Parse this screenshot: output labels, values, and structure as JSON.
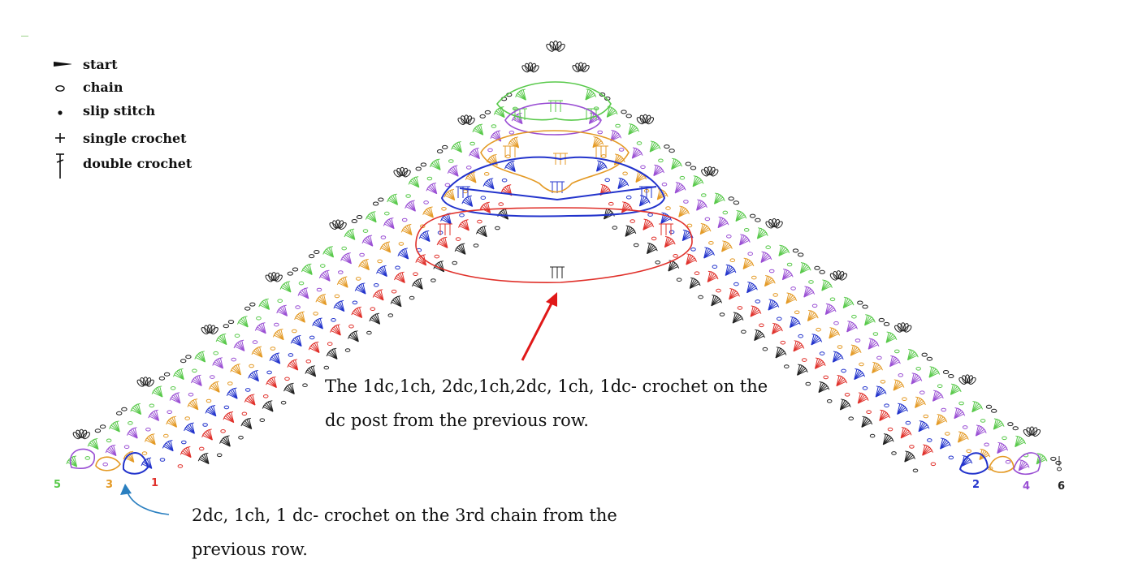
{
  "legend": {
    "items": [
      {
        "symbol": "start-arrow-icon",
        "label": "start"
      },
      {
        "symbol": "chain-oval-icon",
        "label": "chain"
      },
      {
        "symbol": "slip-stitch-dot-icon",
        "label": "slip stitch"
      },
      {
        "symbol": "plus-icon",
        "label": "single crochet"
      },
      {
        "symbol": "double-crochet-icon",
        "label": "double crochet"
      }
    ]
  },
  "row_numbers": [
    {
      "label": "5",
      "color": "#58c94a"
    },
    {
      "label": "3",
      "color": "#e49a25"
    },
    {
      "label": "1",
      "color": "#e0302a"
    },
    {
      "label": "2",
      "color": "#2233cc"
    },
    {
      "label": "4",
      "color": "#9a4fd4"
    },
    {
      "label": "6",
      "color": "#222222"
    }
  ],
  "row_colors": [
    "#e0302a",
    "#2233cc",
    "#e49a25",
    "#9a4fd4",
    "#58c94a",
    "#222222"
  ],
  "annotations": {
    "center": {
      "line1": "The 1dc,1ch, 2dc,1ch,2dc, 1ch, 1dc- crochet on the",
      "line2": "dc post from the previous row.",
      "arrow_color": "#e01818"
    },
    "bottom": {
      "line1": "2dc, 1ch, 1 dc- crochet on the 3rd chain from the",
      "line2": "previous row.",
      "arrow_color": "#2a7fc0"
    }
  }
}
